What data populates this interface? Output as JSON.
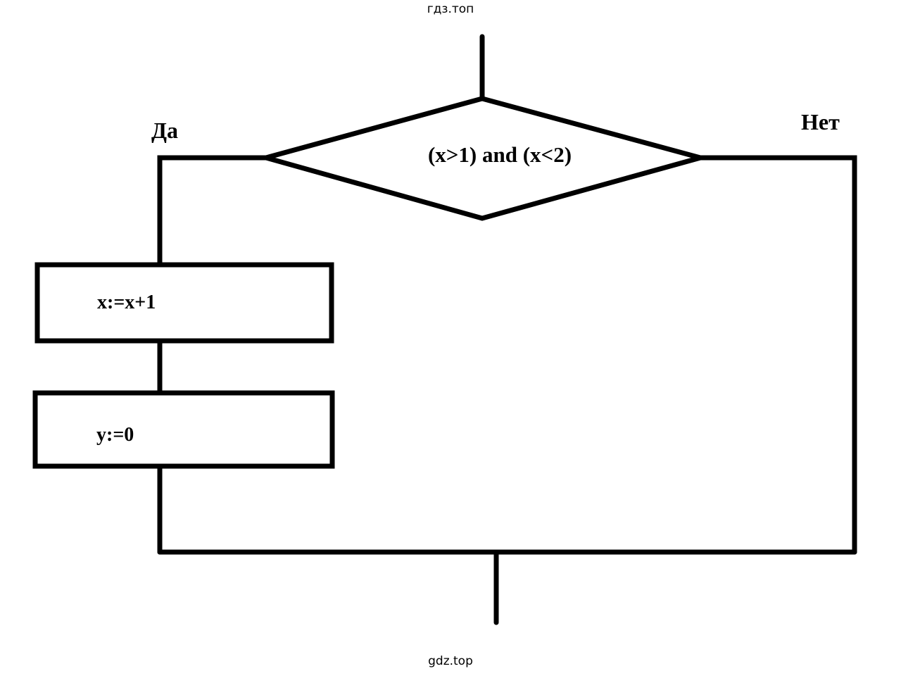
{
  "watermark": {
    "top": "гдз.топ",
    "bottom": "gdz.top"
  },
  "flowchart": {
    "condition": "(x>1) and (x<2)",
    "yes_label": "Да",
    "no_label": "Нет",
    "steps": [
      "x:=x+1",
      "y:=0"
    ],
    "stroke_color": "#000000"
  }
}
